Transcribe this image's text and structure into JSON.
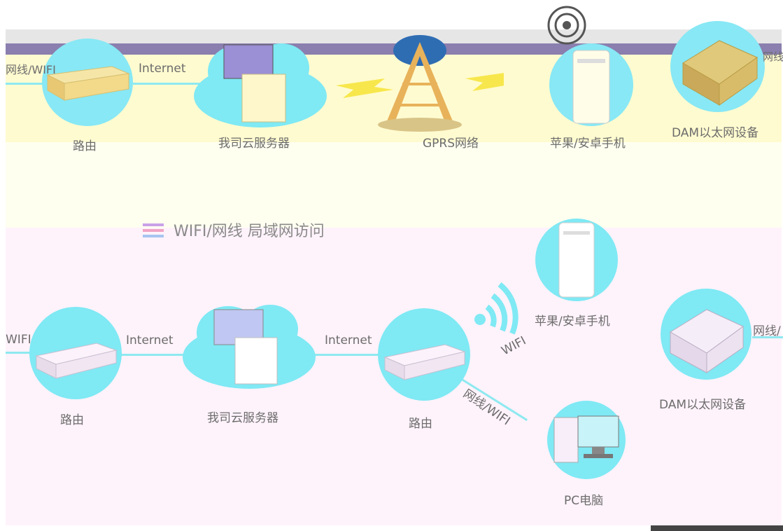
{
  "top_row": {
    "left_tag": "网线/WIFI",
    "link_internet": "Internet",
    "nodes": {
      "router": "路由",
      "cloud_server": "我司云服务器",
      "gprs": "GPRS网络",
      "phone": "苹果/安卓手机",
      "dam_device": "DAM以太网设备"
    },
    "right_tag": "网线"
  },
  "section_heading": "WIFI/网线 局域网访问",
  "bottom_row": {
    "left_tag": "WIFI",
    "link_internet_1": "Internet",
    "link_internet_2": "Internet",
    "link_wifi": "WIFI",
    "link_cable_wifi": "网线/WIFI",
    "right_tag": "网线/",
    "nodes": {
      "router_left": "路由",
      "cloud_server": "我司云服务器",
      "router_right": "路由",
      "phone": "苹果/安卓手机",
      "dam_device": "DAM以太网设备",
      "pc": "PC电脑"
    }
  },
  "colors": {
    "node_circle": "#7fe9f4",
    "link_line": "#8ee9f0",
    "label_text": "#6c6c6c",
    "band_yellow": "#fffbd0",
    "band_pink": "#fff3fb",
    "band_purple": "#8a7fae"
  },
  "icons": [
    "router-icon",
    "cloud-server-icon",
    "gprs-tower-icon",
    "phone-icon",
    "dam-device-icon",
    "pc-icon",
    "wifi-signal-icon",
    "broadcast-icon"
  ]
}
